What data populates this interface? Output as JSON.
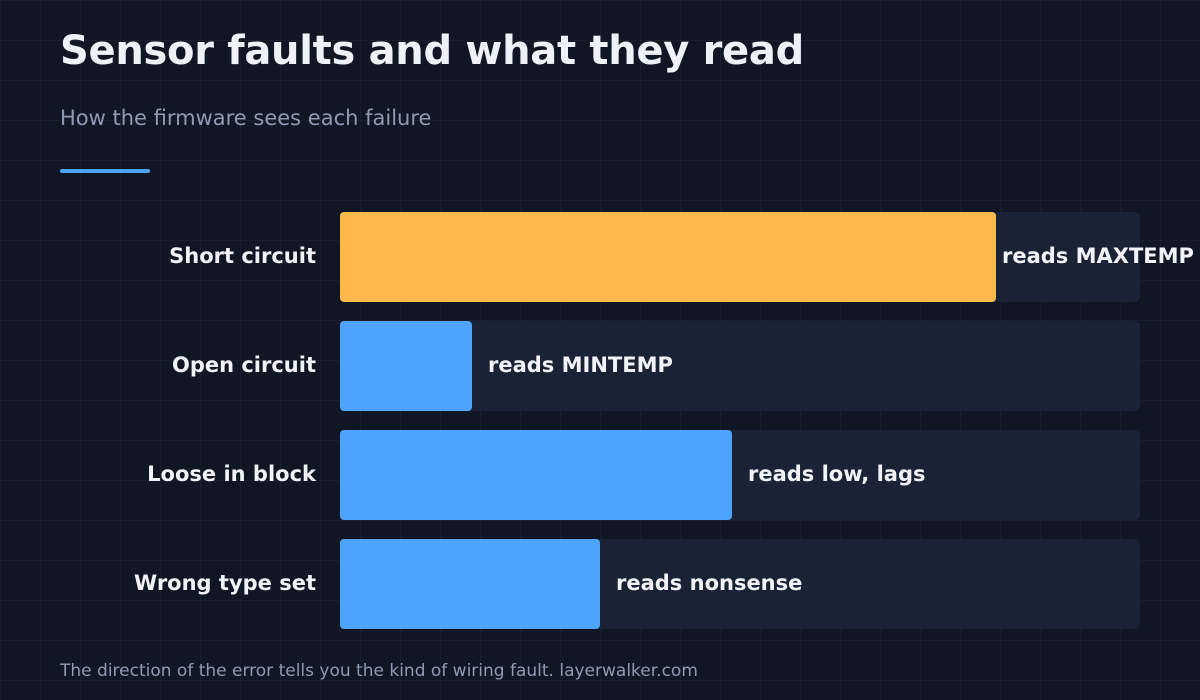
{
  "header": {
    "title": "Sensor faults and what they read",
    "subtitle": "How the firmware sees each failure"
  },
  "footer": {
    "text": "The direction of the error tells you the kind of wiring fault. layerwalker.com"
  },
  "colors": {
    "accent": "#4ea3ff",
    "highlight": "#ffb84d",
    "bar": "#4ea3ff",
    "track": "#1a2236",
    "background": "#111624"
  },
  "chart_data": {
    "type": "bar",
    "orientation": "horizontal",
    "categories": [
      "Short circuit",
      "Open circuit",
      "Loose in block",
      "Wrong type set"
    ],
    "values": [
      82,
      16.5,
      49,
      32.5
    ],
    "value_labels": [
      "reads MAXTEMP",
      "reads MINTEMP",
      "reads low, lags",
      "reads nonsense"
    ],
    "highlight_index": 0,
    "xlim": [
      0,
      100
    ],
    "grid": false,
    "legend": "none"
  }
}
